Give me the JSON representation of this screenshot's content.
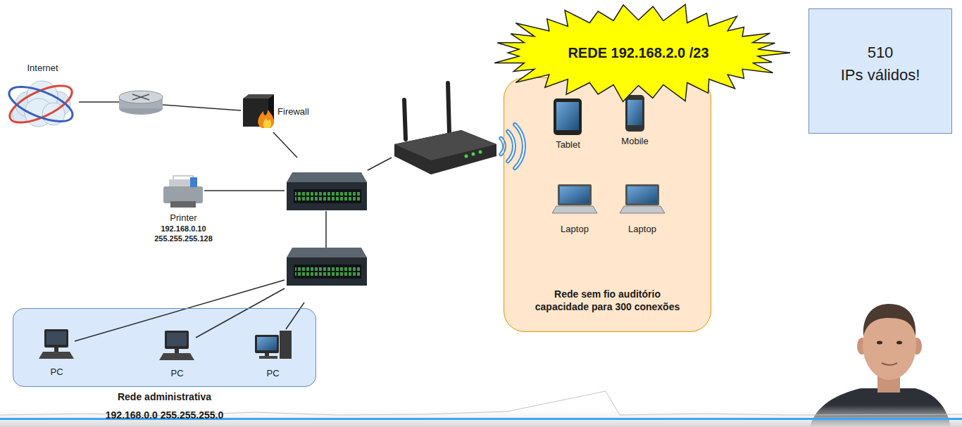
{
  "diagram": {
    "nodes": [
      {
        "text": [
          "REDE 192.168.2.0 /23"
        ]
      },
      {
        "text": [
          "510",
          "IPs válidos!"
        ]
      },
      {
        "text": [
          "Internet"
        ]
      },
      {
        "text": [
          "Firewall"
        ]
      },
      {
        "text": [
          "Rede sem fio auditório capacidade para 300 conexões"
        ]
      },
      {
        "text": [
          "Tablet"
        ],
        "in": 4
      },
      {
        "text": [
          "Mobile"
        ],
        "in": 4
      },
      {
        "text": [
          "Laptop"
        ],
        "in": 4
      },
      {
        "text": [
          "Laptop"
        ],
        "in": 4
      },
      {
        "text": [
          "Printer",
          "192.168.0.10",
          "255.255.255.128"
        ]
      },
      {
        "text": [
          "Rede administrativa",
          "192.168.0.0 255.255.255.0"
        ]
      },
      {
        "text": [
          "PC"
        ],
        "in": 10
      },
      {
        "text": [
          "PC"
        ],
        "in": 10
      },
      {
        "text": [
          "PC"
        ],
        "in": 10
      }
    ]
  }
}
